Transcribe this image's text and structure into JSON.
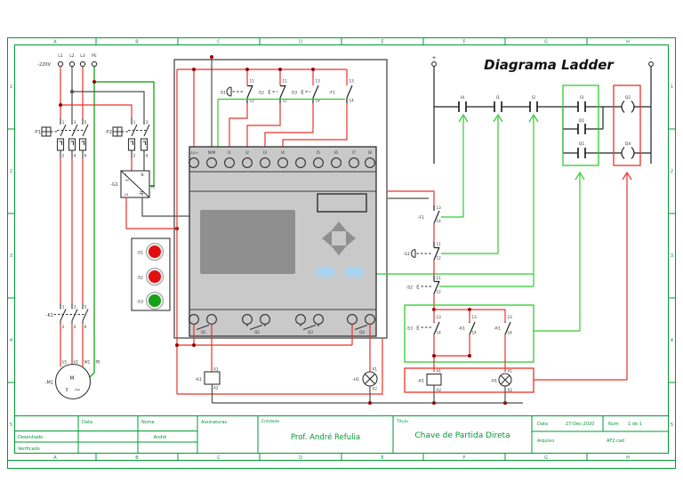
{
  "frame": {
    "cols": [
      "A",
      "B",
      "C",
      "D",
      "E",
      "F",
      "G",
      "H"
    ],
    "rows": [
      "1",
      "2",
      "3",
      "4",
      "5"
    ]
  },
  "power": {
    "v": "-220V",
    "l1": "L1",
    "l2": "L2",
    "l3": "L3",
    "pe": "PE"
  },
  "f1": {
    "name": "-F1",
    "n1": "1",
    "n3": "3",
    "n5": "5",
    "n2": "2",
    "n4": "4",
    "n6": "6"
  },
  "f2": {
    "name": "-F2",
    "n1": "1",
    "n3": "3",
    "n2": "2",
    "n4": "4"
  },
  "g1": {
    "name": "-G1",
    "l": "L",
    "n": "N",
    "pe": "PE",
    "p24": "24",
    "p0": "0",
    "ac": "~",
    "dc": "="
  },
  "k1m": {
    "name": "-K1",
    "n1": "1",
    "n3": "3",
    "n5": "5",
    "n2": "2",
    "n4": "4",
    "n6": "6"
  },
  "m1": {
    "name": "-M1",
    "u1": "U1",
    "v1": "V1",
    "w1": "W1",
    "pe": "PE",
    "m": "M",
    "three": "3",
    "ac": "~"
  },
  "panel": {
    "s1": "-S1",
    "s2": "-S2",
    "s3": "-S3"
  },
  "inrow": {
    "s1": "-S1",
    "s1t": "11",
    "s1b": "12",
    "s2": "-S2",
    "s2t": "11",
    "s2b": "12",
    "e": "E",
    "s3": "-S3",
    "s3t": "13",
    "s3b": "14",
    "f1": "-F1",
    "f1t": "13",
    "f1b": "14"
  },
  "plc": {
    "t0": "L1/L+",
    "t1": "N/M",
    "t2": "I1",
    "t3": "I2",
    "t4": "I3",
    "t5": "I4",
    "t6": "I5",
    "t7": "I6",
    "t8": "I7",
    "t9": "I8",
    "q1": "Q1",
    "q2": "Q2",
    "q3": "Q3",
    "q4": "Q4"
  },
  "out": {
    "k1": "-K1",
    "a1": "A1",
    "a2": "A2",
    "h1": "-H1",
    "x1": "X1",
    "x2": "X2"
  },
  "ctl": {
    "f1": "-F1",
    "f1t": "13",
    "f1b": "14",
    "s1": "-S1",
    "s1t": "11",
    "s1b": "12",
    "s2": "-S2",
    "s2t": "11",
    "s2b": "12",
    "e": "E",
    "s3": "-S3",
    "s3t": "13",
    "s3b": "14",
    "k1a": "-K1",
    "k1at": "13",
    "k1ab": "14",
    "k1b": "-K1",
    "k1bt": "23",
    "k1bb": "24",
    "k1": "-K1",
    "a1": "A1",
    "a2": "A2",
    "h1": "-H1",
    "x1": "X1",
    "x2": "X2"
  },
  "ladder": {
    "title": "Diagrama Ladder",
    "plus": "+",
    "minus": "-",
    "c1": "I4",
    "c2": "I1",
    "c3": "I2",
    "c4": "I3",
    "coil1": "Q1",
    "p1": "Q1",
    "c5": "Q1",
    "coil2": "Q4"
  },
  "tb": {
    "data": "Data",
    "nome": "Nome",
    "assin": "Assinaturas",
    "ent": "Entidade",
    "des": "Desenhado",
    "ver": "Verificado",
    "nome_v": "André",
    "ent_v": "Prof. André Refulia",
    "tit": "Título",
    "tit_v": "Chave de Partida Direta",
    "data2": "Data",
    "data_v": "27-Dec-2020",
    "num": "Num",
    "num_v": "1 de 1",
    "arq": "Arquivo",
    "arq_v": "AF2.cad"
  }
}
